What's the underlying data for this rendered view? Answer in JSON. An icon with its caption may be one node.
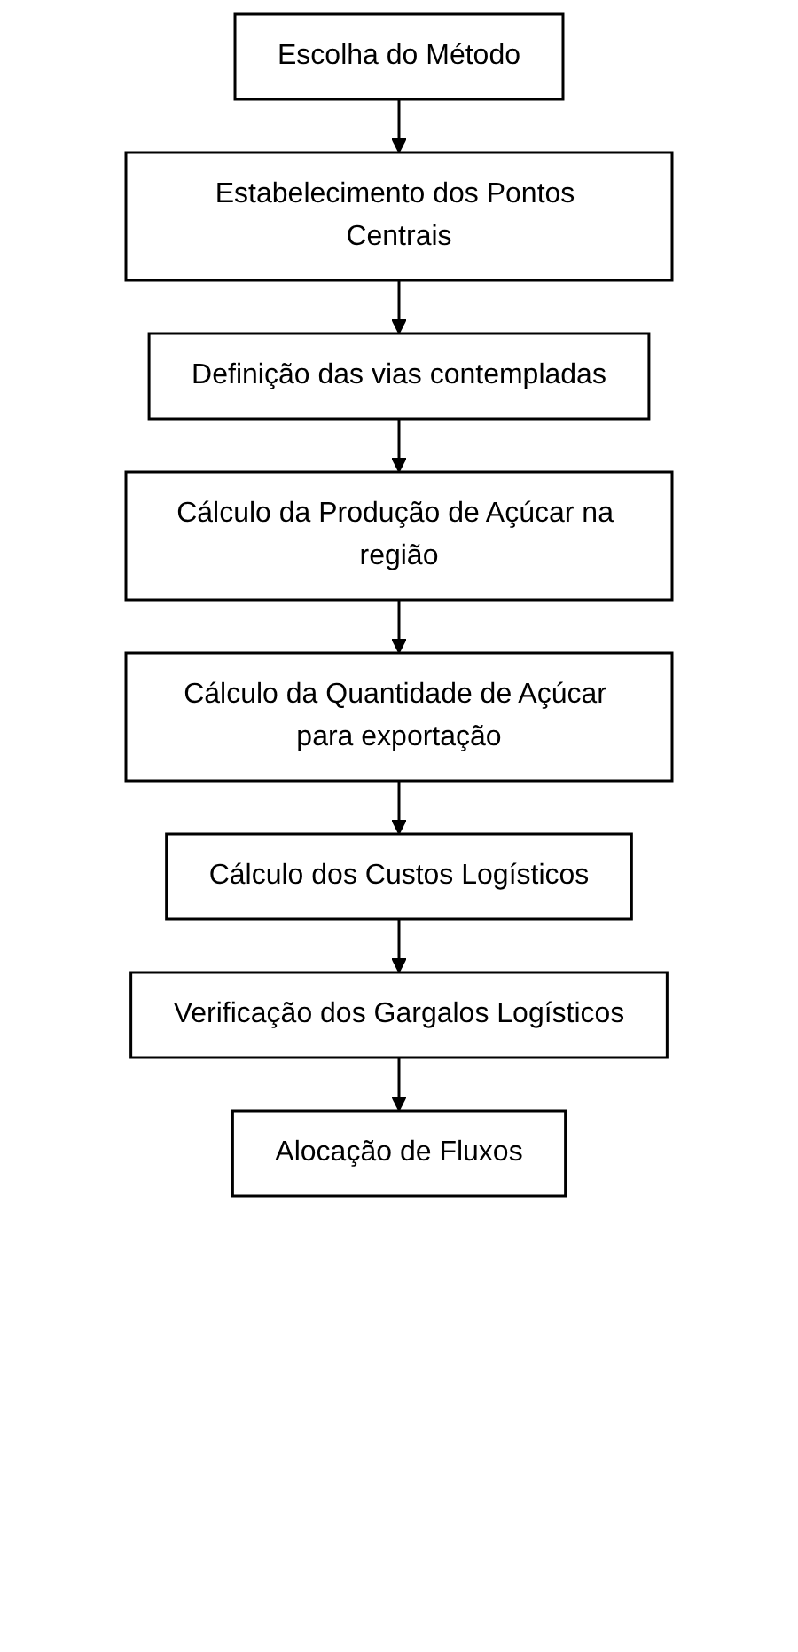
{
  "diagram": {
    "nodes": [
      {
        "text": [
          "Escolha do Método"
        ]
      },
      {
        "text": [
          "Estabelecimento dos Pontos Centrais"
        ]
      },
      {
        "text": [
          "Definição das vias contempladas"
        ]
      },
      {
        "text": [
          "Cálculo da Produção de Açúcar na região"
        ]
      },
      {
        "text": [
          "Cálculo da Quantidade de Açúcar para exportação"
        ]
      },
      {
        "text": [
          "Cálculo dos Custos Logísticos"
        ]
      },
      {
        "text": [
          "Verificação dos Gargalos Logísticos"
        ]
      },
      {
        "text": [
          "Alocação de Fluxos"
        ]
      }
    ],
    "edges": [
      {
        "from": 0,
        "to": 1,
        "arrow": "to"
      },
      {
        "from": 1,
        "to": 2,
        "arrow": "to"
      },
      {
        "from": 2,
        "to": 3,
        "arrow": "to"
      },
      {
        "from": 3,
        "to": 4,
        "arrow": "to"
      },
      {
        "from": 4,
        "to": 5,
        "arrow": "to"
      },
      {
        "from": 5,
        "to": 6,
        "arrow": "to"
      },
      {
        "from": 6,
        "to": 7,
        "arrow": "to"
      }
    ]
  }
}
